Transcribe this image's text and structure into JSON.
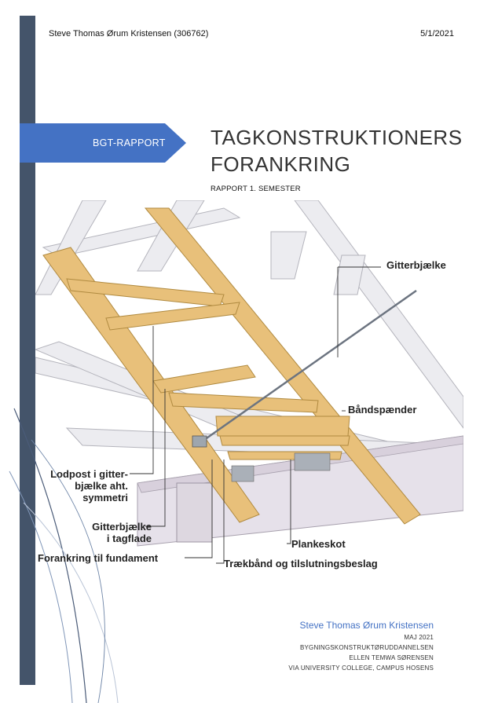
{
  "header": {
    "author": "Steve Thomas Ørum Kristensen (306762)",
    "date": "5/1/2021"
  },
  "banner": {
    "label": "BGT-RAPPORT"
  },
  "title": {
    "line1": "TAGKONSTRUKTIONERS",
    "line2": "FORANKRING"
  },
  "subtitle": "RAPPORT 1. SEMESTER",
  "illustration": {
    "labels": {
      "gitterbjaelke": "Gitterbjælke",
      "baandspaender": "Båndspænder",
      "lodpost_1": "Lodpost i gitter-",
      "lodpost_2": "bjælke aht.",
      "lodpost_3": "symmetri",
      "tagflade_1": "Gitterbjælke",
      "tagflade_2": "i tagflade",
      "forankring": "Forankring til fundament",
      "plankeskot": "Plankeskot",
      "traekbaand": "Trækbånd og tilslutningsbeslag"
    }
  },
  "footer": {
    "name": "Steve Thomas Ørum Kristensen",
    "date": "MAJ 2021",
    "program": "BYGNINGSKONSTRUKTØRUDDANNELSEN",
    "supervisor": "ELLEN TEMWA SØRENSEN",
    "institution": "VIA UNIVERSITY COLLEGE, CAMPUS HOSENS"
  },
  "colors": {
    "sidebar": "#44546a",
    "banner": "#4472c4",
    "timber": "#e8c07a"
  }
}
